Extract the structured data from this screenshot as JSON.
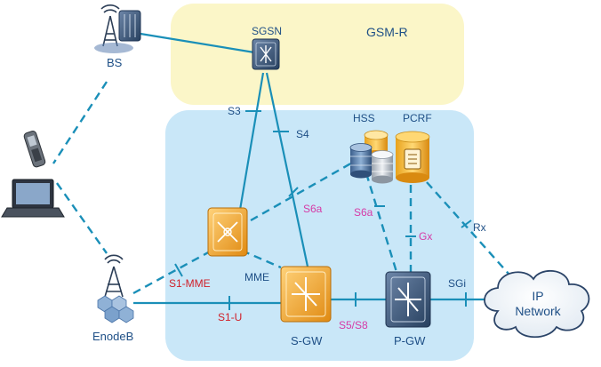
{
  "domains": {
    "gsm_r": "GSM-R"
  },
  "nodes": {
    "bs": "BS",
    "sgsn": "SGSN",
    "hss": "HSS",
    "pcrf": "PCRF",
    "mme": "MME",
    "enodeb": "EnodeB",
    "sgw": "S-GW",
    "pgw": "P-GW",
    "ip_network_line1": "IP",
    "ip_network_line2": "Network"
  },
  "interfaces": {
    "s3": "S3",
    "s4": "S4",
    "s6a_1": "S6a",
    "s6a_2": "S6a",
    "gx": "Gx",
    "rx": "Rx",
    "s1_mme": "S1-MME",
    "s1_u": "S1-U",
    "s5_s8": "S5/S8",
    "sgi": "SGi"
  },
  "colors": {
    "gsm_r_area": "#fbf6c8",
    "lte_area": "#c9e7f8",
    "link": "#1a8fb8",
    "signal_label": "#d63aa6",
    "user_plane_label": "#d0202a",
    "router_orange": "#f0a326"
  }
}
